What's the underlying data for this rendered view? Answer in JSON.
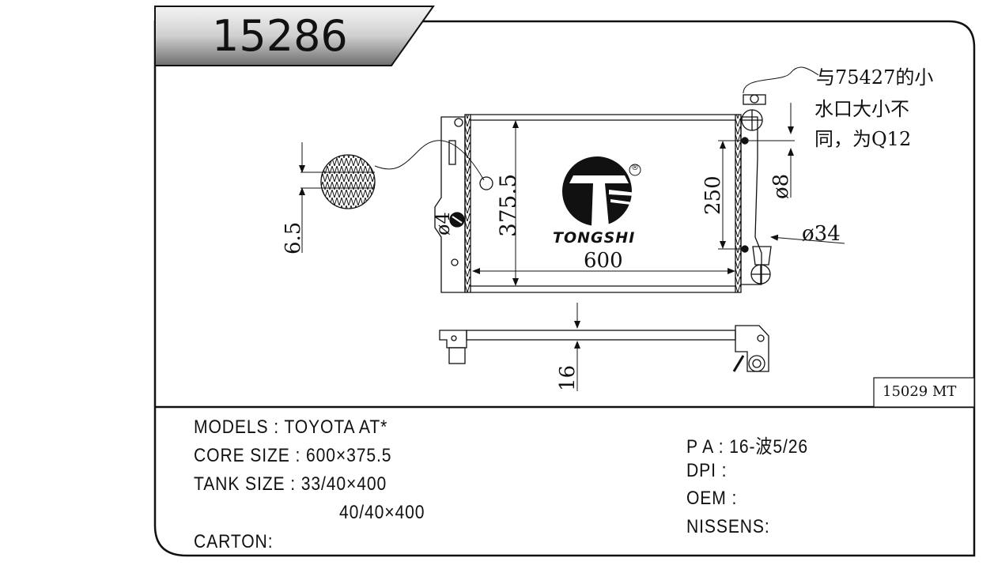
{
  "header": {
    "part_number": "15286"
  },
  "drawing": {
    "note_lines": [
      "与75427的小",
      "水口大小不",
      "同，为Q12"
    ],
    "dims": {
      "width": "600",
      "height": "375.5",
      "fin_pitch": "6.5",
      "hole_diameter": "ø4",
      "mount_spacing": "250",
      "small_pipe": "ø8",
      "large_pipe": "ø34",
      "thickness": "16"
    },
    "logo": {
      "text": "TONGSHI",
      "registered": "®"
    },
    "reference_box": "15029 MT"
  },
  "specs": {
    "models": "MODELS : TOYOTA AT*",
    "core_size": "CORE SIZE : 600×375.5",
    "tank_size_1": "TANK SIZE : 33/40×400",
    "tank_size_2": "40/40×400",
    "carton": "CARTON:",
    "pa": "P A : 16-波5/26",
    "dpi": "DPI :",
    "oem": "OEM :",
    "nissens": "NISSENS:"
  }
}
